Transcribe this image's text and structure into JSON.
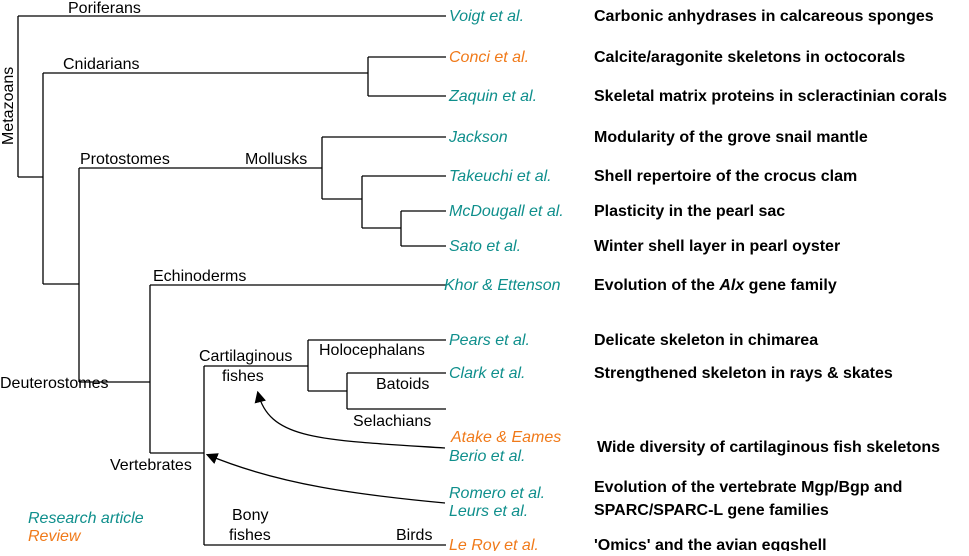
{
  "colors": {
    "research": "#0f8f8c",
    "review": "#f07a1a",
    "line": "#000000"
  },
  "clades": {
    "metazoans": "Metazoans",
    "poriferans": "Poriferans",
    "cnidarians": "Cnidarians",
    "protostomes": "Protostomes",
    "mollusks": "Mollusks",
    "echinoderms": "Echinoderms",
    "deuterostomes": "Deuterostomes",
    "cartilaginous_1": "Cartilaginous",
    "cartilaginous_2": "fishes",
    "holocephalans": "Holocephalans",
    "batoids": "Batoids",
    "selachians": "Selachians",
    "vertebrates": "Vertebrates",
    "bony_1": "Bony",
    "bony_2": "fishes",
    "birds": "Birds"
  },
  "entries": [
    {
      "author": "Voigt et al.",
      "kind": "research",
      "topic": "Carbonic anhydrases in calcareous sponges"
    },
    {
      "author": "Conci et al.",
      "kind": "review",
      "topic": "Calcite/aragonite skeletons in octocorals"
    },
    {
      "author": "Zaquin et al.",
      "kind": "research",
      "topic": "Skeletal matrix proteins in scleractinian corals"
    },
    {
      "author": "Jackson",
      "kind": "research",
      "topic": "Modularity of the grove snail mantle"
    },
    {
      "author": "Takeuchi et al.",
      "kind": "research",
      "topic": "Shell repertoire of the crocus clam"
    },
    {
      "author": "McDougall et al.",
      "kind": "research",
      "topic": "Plasticity in the pearl sac"
    },
    {
      "author": "Sato et al.",
      "kind": "research",
      "topic": "Winter shell layer in pearl oyster"
    },
    {
      "author": "Khor & Ettenson",
      "kind": "research",
      "topic_pre": "Evolution of the ",
      "topic_em": "Alx",
      "topic_post": " gene family"
    },
    {
      "author": "Pears et al.",
      "kind": "research",
      "topic": "Delicate skeleton in chimarea"
    },
    {
      "author": "Clark et al.",
      "kind": "research",
      "topic": "Strengthened skeleton in rays & skates"
    },
    {
      "author": "Atake & Eames",
      "kind": "review"
    },
    {
      "author": "Berio et al.",
      "kind": "research",
      "topic": "Wide diversity of cartilaginous fish skeletons"
    },
    {
      "author": "Romero et al.",
      "kind": "research",
      "topic": "Evolution of the vertebrate Mgp/Bgp and"
    },
    {
      "author": "Leurs et al.",
      "kind": "research",
      "topic": "SPARC/SPARC-L gene families"
    },
    {
      "author": "Le Roy et al.",
      "kind": "review",
      "topic": "'Omics' and the avian eggshell"
    }
  ],
  "legend": {
    "research": "Research article",
    "review": "Review"
  }
}
